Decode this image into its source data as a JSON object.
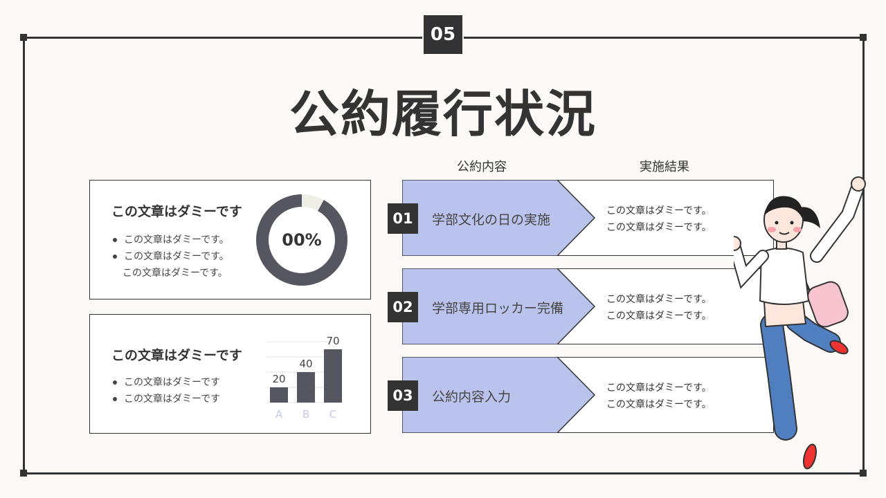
{
  "slide": {
    "number": "05",
    "title": "公約履行状況"
  },
  "columns": {
    "promise": "公約内容",
    "result": "実施結果"
  },
  "card1": {
    "title": "この文章はダミーです",
    "bullets": [
      "この文章はダミーです。",
      "この文章はダミーです。"
    ],
    "continuation": "この文章はダミーです。",
    "donut_value": "00%",
    "donut_fraction": 0.92
  },
  "card2": {
    "title": "この文章はダミーです",
    "bullets": [
      "この文章はダミーです",
      "この文章はダミーです"
    ]
  },
  "rows": [
    {
      "num": "01",
      "label": "学部文化の日の実施",
      "result": [
        "この文章はダミーです。",
        "この文章はダミーです。"
      ]
    },
    {
      "num": "02",
      "label": "学部専用ロッカー完備",
      "result": [
        "この文章はダミーです。",
        "この文章はダミーです。"
      ]
    },
    {
      "num": "03",
      "label": "公約内容入力",
      "result": [
        "この文章はダミーです。",
        "この文章はダミーです。"
      ]
    }
  ],
  "chart_data": {
    "type": "bar",
    "categories": [
      "A",
      "B",
      "C"
    ],
    "values": [
      20,
      40,
      70
    ],
    "ylim": [
      0,
      80
    ],
    "grid": true,
    "colors": {
      "bar": "#55565f",
      "category_label": "#c5c8ec"
    }
  },
  "colors": {
    "accent": "#bac3ec",
    "dark": "#333333",
    "background": "#fdf9f6"
  }
}
